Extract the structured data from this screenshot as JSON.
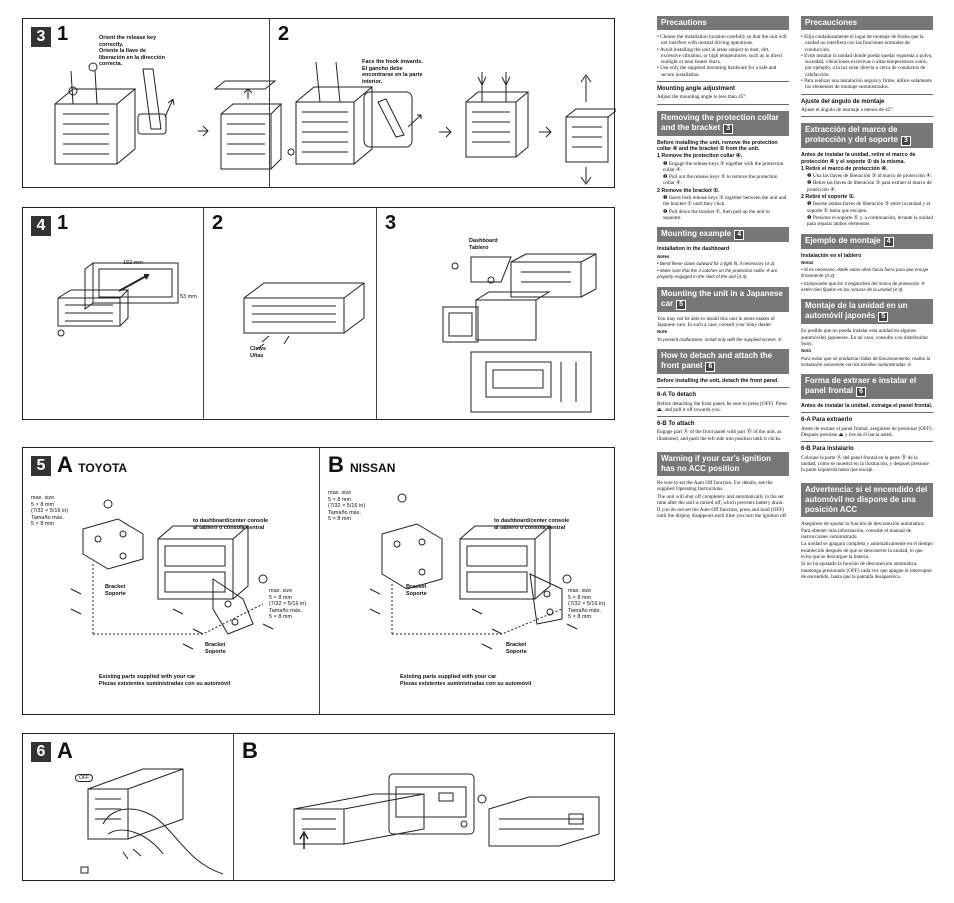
{
  "s3": {
    "num": "3",
    "step1": "1",
    "step2": "2",
    "c1": "Orient the release key correctly.",
    "c1es": "Oriente la llave de liberación en la dirección correcta.",
    "c2": "Face the hook inwards.",
    "c2es": "El gancho debe encontrarse en la parte interior.",
    "arrow": "➔"
  },
  "s4": {
    "num": "4",
    "step1": "1",
    "step2": "2",
    "step3": "3",
    "dim1": "182 mm",
    "dim2": "53 mm",
    "claws": "Claws",
    "claws_es": "Uñas",
    "dash": "Dashboard",
    "dash_es": "Tablero"
  },
  "s5": {
    "num": "5",
    "a": "A",
    "a_brand": "TOYOTA",
    "b": "B",
    "b_brand": "NISSAN",
    "max": "max. size",
    "size": "5 × 8 mm",
    "inch": "(7/32 × 5/16 in)",
    "tam": "Tamaño máx.",
    "tamsize": "5 × 8 mm",
    "to_dash": "to dashboard/center console",
    "to_dash_es": "al tablero o consola central",
    "bracket": "Bracket",
    "bracket_es": "Soporte",
    "existing": "Existing parts supplied with your car",
    "existing_es": "Piezas existentes suministradas con su automóvil"
  },
  "s6": {
    "num": "6",
    "a": "A",
    "b": "B",
    "off": "OFF"
  },
  "en": {
    "precautions": "Precautions",
    "prec_items": [
      "• Choose the installation location carefully so that the unit will not interfere with normal driving operations.",
      "• Avoid installing the unit in areas subject to dust, dirt, excessive vibration, or high temperatures, such as in direct sunlight or near heater ducts.",
      "• Use only the supplied mounting hardware for a safe and secure installation."
    ],
    "angle_h": "Mounting angle adjustment",
    "angle_t": "Adjust the mounting angle to less than 45°.",
    "remove_h": "Removing the protection collar and the bracket",
    "remove_ref": "3",
    "remove_intro": "Before installing the unit, remove the protection collar ④ and the bracket ① from the unit.",
    "r1": "1  Remove the protection collar ④.",
    "r1a": "❶ Engage the release keys ③ together with the protection collar ④.",
    "r1b": "❷ Pull out the release keys ③ to remove the protection collar ④.",
    "r2": "2  Remove the bracket ①.",
    "r2a": "❶ Insert both release keys ③ together between the unit and the bracket ① until they click.",
    "r2b": "❷ Pull down the bracket ①, then pull up the unit to separate.",
    "mount_h": "Mounting example",
    "mount_ref": "4",
    "mount_sub": "Installation in the dashboard",
    "mount_notes": "Notes",
    "mount_n1": "• Bend these claws outward for a tight fit, if necessary (4-2).",
    "mount_n2": "• Make sure that the 4 catches on the protection collar ④ are properly engaged in the slots of the unit (4-3).",
    "jp_h": "Mounting the unit in a Japanese car",
    "jp_ref": "5",
    "jp_t": "You may not be able to install this unit in some makes of Japanese cars. In such a case, consult your Sony dealer.",
    "jp_note": "Note",
    "jp_n": "To prevent malfunction, install only with the supplied screws ⑤.",
    "detach_h": "How to detach and attach the front panel",
    "detach_ref": "6",
    "detach_intro": "Before installing the unit, detach the front panel.",
    "a_h": "6-A To detach",
    "a_t": "Before detaching the front panel, be sure to press (OFF). Press ⏏, and pull it off towards you.",
    "b_h": "6-B To attach",
    "b_t": "Engage part Ⓐ of the front panel with part Ⓑ of the unit, as illustrated, and push the left side into position until it clicks.",
    "acc_h": "Warning if your car's ignition has no ACC position",
    "acc_t1": "Be sure to set the Auto Off function. For details, see the supplied Operating Instructions.",
    "acc_t2": "The unit will shut off completely and automatically in the set time after the unit is turned off, which prevents battery drain.",
    "acc_t3": "If you do not set the Auto Off function, press and hold (OFF) until the display disappears each time you turn the ignition off."
  },
  "es": {
    "precautions": "Precauciones",
    "prec_items": [
      "• Elija cuidadosamente el lugar de montaje de forma que la unidad no interfiera con las funciones normales de conducción.",
      "• Evite instalar la unidad donde pueda quedar expuesta a polvo, suciedad, vibraciones excesivas o altas temperaturas como, por ejemplo, a la luz solar directa o cerca de conductos de calefacción.",
      "• Para realizar una instalación segura y firme, utilice solamente los elementos de montaje suministrados."
    ],
    "angle_h": "Ajuste del ángulo de montaje",
    "angle_t": "Ajuste el ángulo de montaje a menos de 45°.",
    "remove_h": "Extracción del marco de protección y del soporte",
    "remove_ref": "3",
    "remove_intro": "Antes de instalar la unidad, retire el marco de protección ④ y el soporte ① de la misma.",
    "r1": "1  Retire el marco de protección ④.",
    "r1a": "❶ Una las llaves de liberación ③ al marco de protección ④.",
    "r1b": "❷ Retire las llaves de liberación ③ para extraer el marco de protección ④.",
    "r2": "2  Retire el soporte ①.",
    "r2a": "❶ Inserte ambas llaves de liberación ③ entre la unidad y el soporte ① hasta que encajen.",
    "r2b": "❷ Presione el soporte ① y, a continuación, levante la unidad para separar ambos elementos.",
    "mount_h": "Ejemplo de montaje",
    "mount_ref": "4",
    "mount_sub": "Instalación en el tablero",
    "mount_notes": "Notas",
    "mount_n1": "• Si es necesario, doble estas uñas hacia fuera para que encaje firmemente (4-2).",
    "mount_n2": "• Compruebe que los 4 enganches del marco de protección ④ estén bien fijados en las ranuras de la unidad (4-3).",
    "jp_h": "Montaje de la unidad en un automóvil japonés",
    "jp_ref": "5",
    "jp_t": "Es posible que no pueda instalar esta unidad en algunos automóviles japoneses. En tal caso, consulte a su distribuidor Sony.",
    "jp_note": "Nota",
    "jp_n": "Para evitar que se produzcan fallas de funcionamiento, realice la instalación solamente con los tornillos suministrados ⑤.",
    "detach_h": "Forma de extraer e instalar el panel frontal",
    "detach_ref": "6",
    "detach_intro": "Antes de instalar la unidad, extraiga el panel frontal.",
    "a_h": "6-A Para extraerlo",
    "a_t": "Antes de extraer el panel frontal, asegúrese de presionar (OFF). Después presione ⏏ y tire de él hacia usted.",
    "b_h": "6-B Para instalarlo",
    "b_t": "Coloque la parte Ⓐ del panel frontal en la parte Ⓑ de la unidad, como se muestra en la ilustración, y después presione la parte izquierda hasta que encaje.",
    "acc_h": "Advertencia: si el encendido del automóvil no dispone de una posición ACC",
    "acc_t1": "Asegúrese de ajustar la función de desconexión automática. Para obtener más información, consulte el manual de instrucciones suministrado.",
    "acc_t2": "La unidad se apagará completa y automáticamente en el tiempo establecido después de que se desconecte la unidad, lo que evita que se descargue la batería.",
    "acc_t3": "Si no ha ajustado la función de desconexión automática, mantenga presionado (OFF) cada vez que apague el interruptor de encendido, hasta que la pantalla desaparezca."
  }
}
